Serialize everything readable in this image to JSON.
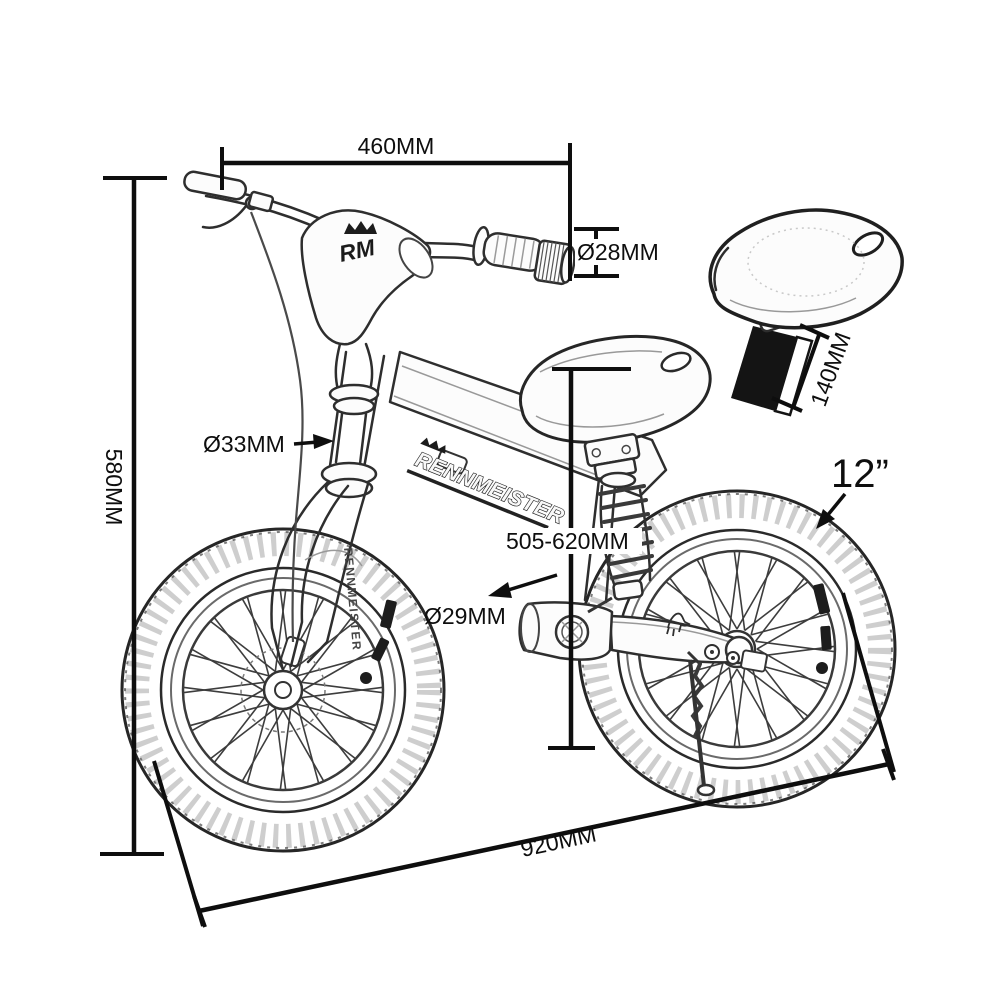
{
  "colors": {
    "background": "#ffffff",
    "dimension_lines": "#0e0e0e",
    "sketch_lines": "#2e2e2e",
    "seatpost_fill": "#141414"
  },
  "dimensions": {
    "handlebar_width": "460MM",
    "grip_diameter": "Ø28MM",
    "overall_height": "580MM",
    "steerer_tube_diameter": "Ø33MM",
    "seat_height_range": "505-620MM",
    "frame_tube_diameter": "Ø29MM",
    "seatpost_length": "140MM",
    "wheel_size": "12”",
    "overall_length": "920MM"
  },
  "branding": {
    "frame_decal": "RENNMEISTER",
    "fork_decal": "RENNMEISTER",
    "headpad_logo": "RM"
  }
}
